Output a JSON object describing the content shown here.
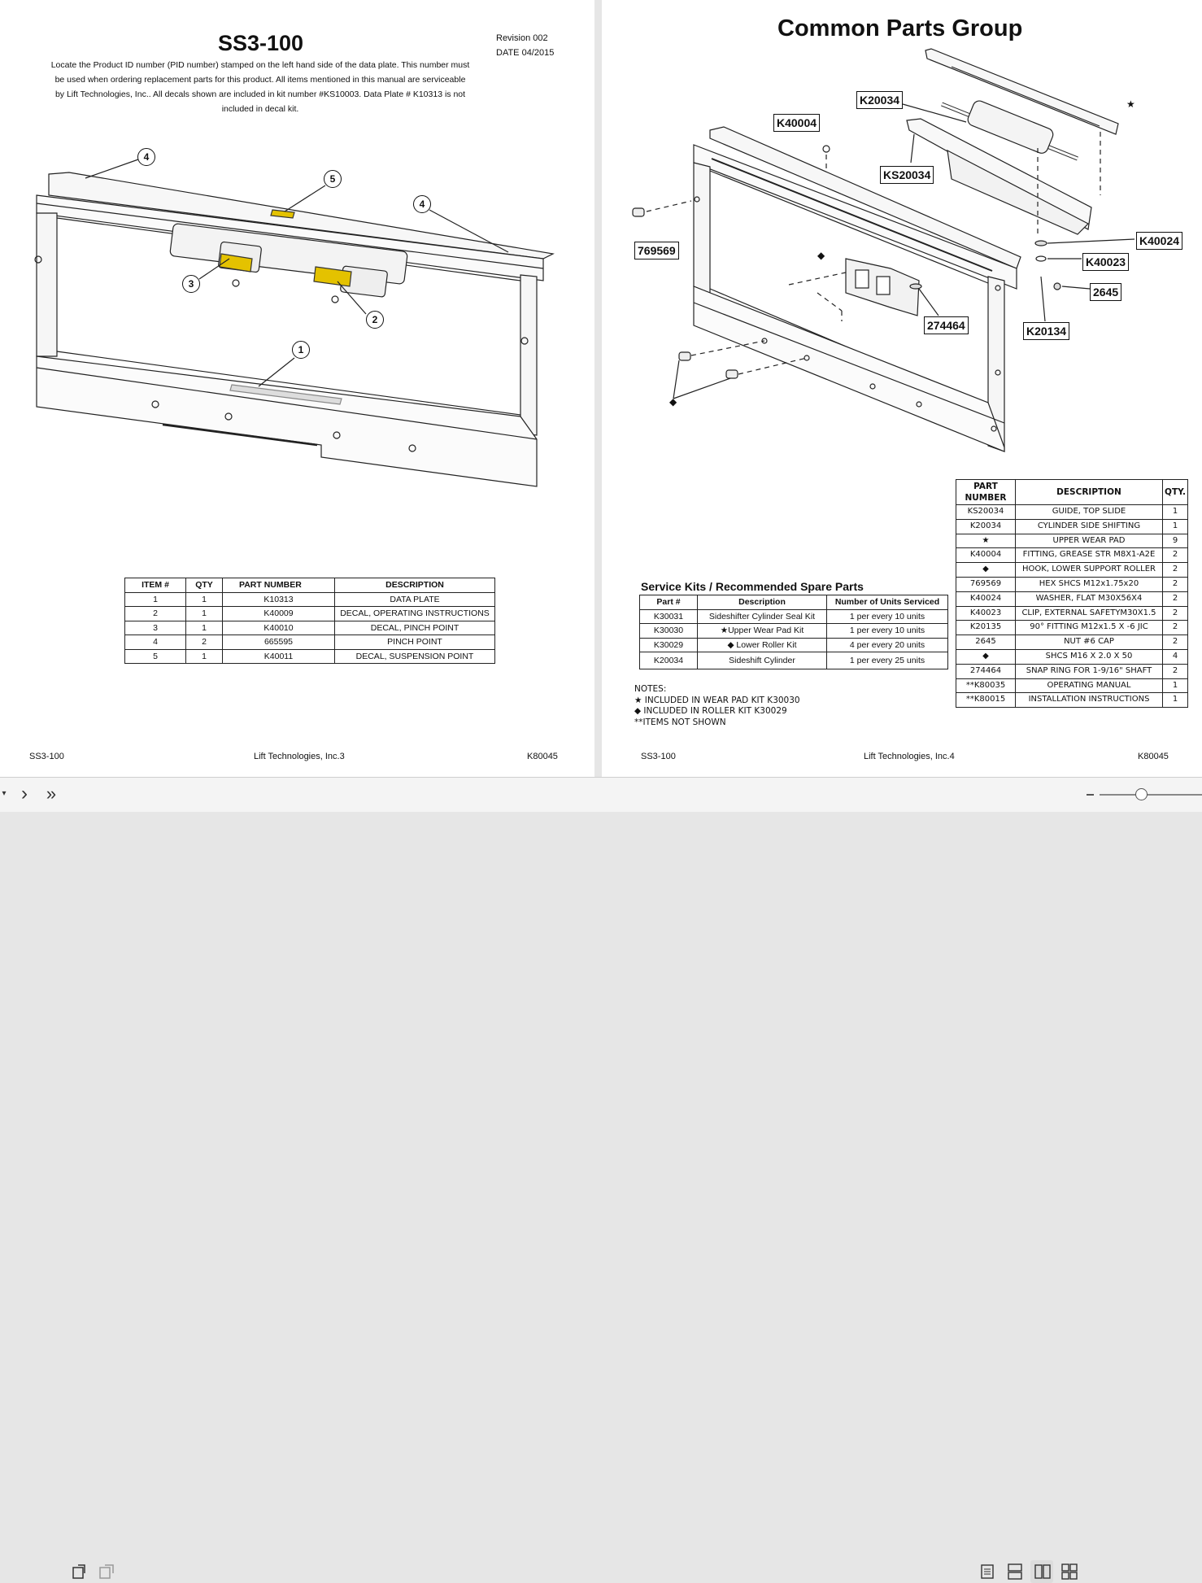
{
  "left_page": {
    "title": "SS3-100",
    "revision": "Revision 002",
    "date": "DATE 04/2015",
    "intro_lines": [
      "Locate the Product ID number (PID number) stamped on the left hand side of the data plate. This number must",
      "be used when ordering replacement parts for this product. All items mentioned in this manual are serviceable",
      "by Lift Technologies, Inc.. All decals shown are included in kit number #KS10003. Data Plate # K10313 is not",
      "included in decal kit."
    ],
    "callouts": [
      "4",
      "5",
      "4",
      "3",
      "2",
      "1"
    ],
    "table": {
      "headers": [
        "ITEM #",
        "QTY",
        "PART NUMBER",
        "DESCRIPTION"
      ],
      "rows": [
        [
          "1",
          "1",
          "K10313",
          "DATA PLATE"
        ],
        [
          "2",
          "1",
          "K40009",
          "DECAL, OPERATING INSTRUCTIONS"
        ],
        [
          "3",
          "1",
          "K40010",
          "DECAL, PINCH POINT"
        ],
        [
          "4",
          "2",
          "665595",
          "PINCH POINT"
        ],
        [
          "5",
          "1",
          "K40011",
          "DECAL, SUSPENSION POINT"
        ]
      ]
    },
    "footer": {
      "left": "SS3-100",
      "center": "Lift Technologies, Inc.3",
      "right": "K80045"
    }
  },
  "right_page": {
    "title": "Common Parts Group",
    "part_labels": [
      "K20034",
      "K40004",
      "KS20034",
      "769569",
      "K40024",
      "K40023",
      "2645",
      "274464",
      "K20134"
    ],
    "service_kits": {
      "title": "Service Kits / Recommended Spare Parts",
      "headers": [
        "Part #",
        "Description",
        "Number of Units Serviced"
      ],
      "rows": [
        [
          "K30031",
          "Sideshifter Cylinder Seal Kit",
          "1 per every 10 units"
        ],
        [
          "K30030",
          "★Upper Wear Pad Kit",
          "1 per every 10 units"
        ],
        [
          "K30029",
          "◆ Lower Roller Kit",
          "4 per every 20 units"
        ],
        [
          "K20034",
          "Sideshift Cylinder",
          "1 per every 25 units"
        ]
      ]
    },
    "notes": {
      "title": "NOTES:",
      "lines": [
        "★  INCLUDED IN WEAR PAD KIT K30030",
        "◆ INCLUDED IN ROLLER KIT K30029",
        "**ITEMS NOT SHOWN"
      ]
    },
    "parts_table": {
      "headers": [
        "PART NUMBER",
        "DESCRIPTION",
        "QTY."
      ],
      "header_line1": "PART",
      "header_line2": "NUMBER",
      "rows": [
        [
          "KS20034",
          "GUIDE, TOP SLIDE",
          "1"
        ],
        [
          "K20034",
          "CYLINDER SIDE SHIFTING",
          "1"
        ],
        [
          "★",
          "UPPER WEAR PAD",
          "9"
        ],
        [
          "K40004",
          "FITTING, GREASE STR M8X1-A2E",
          "2"
        ],
        [
          "◆",
          "HOOK, LOWER SUPPORT ROLLER",
          "2"
        ],
        [
          "769569",
          "HEX SHCS M12x1.75x20",
          "2"
        ],
        [
          "K40024",
          "WASHER, FLAT M30X56X4",
          "2"
        ],
        [
          "K40023",
          "CLIP, EXTERNAL SAFETYM30X1.5",
          "2"
        ],
        [
          "K20135",
          "90° FITTING M12x1.5 X -6 JIC",
          "2"
        ],
        [
          "2645",
          "NUT #6 CAP",
          "2"
        ],
        [
          "◆",
          "SHCS M16 X 2.0 X 50",
          "4"
        ],
        [
          "274464",
          "SNAP RING FOR 1-9/16\" SHAFT",
          "2"
        ],
        [
          "**K80035",
          "OPERATING MANUAL",
          "1"
        ],
        [
          "**K80015",
          "INSTALLATION INSTRUCTIONS",
          "1"
        ]
      ]
    },
    "footer": {
      "left": "SS3-100",
      "center": "Lift Technologies, Inc.4",
      "right": "K80045"
    }
  },
  "toolbar": {
    "prev_icon": "caret-left-icon",
    "next_glyph": "›",
    "last_glyph": "»",
    "view_icons": [
      "single-page-icon",
      "continuous-icon",
      "two-page-icon",
      "two-page-continuous-icon"
    ],
    "zoom_slider_level": 0.45
  }
}
